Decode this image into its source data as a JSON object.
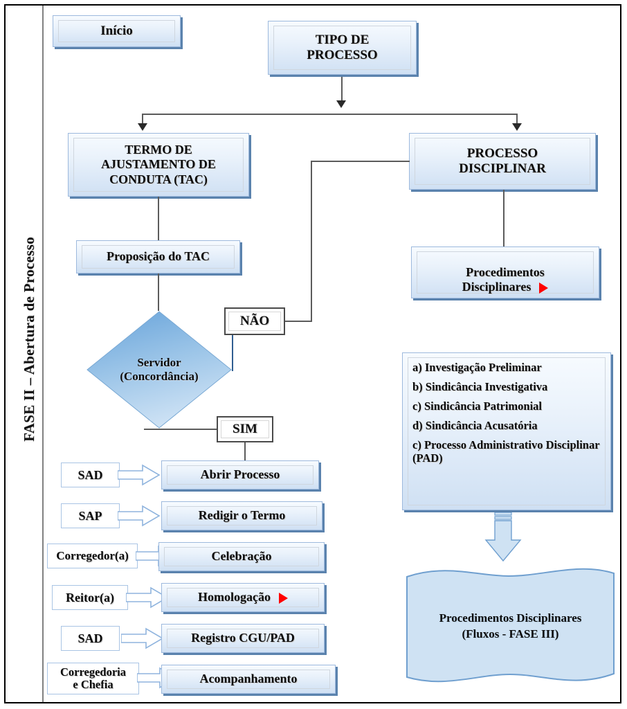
{
  "phase": {
    "title": "FASE II – Abertura de Processo"
  },
  "nodes": {
    "inicio": "Início",
    "tipo_processo": "TIPO DE\nPROCESSO",
    "tac": "TERMO DE\nAJUSTAMENTO DE\nCONDUTA (TAC)",
    "processo_disciplinar": "PROCESSO\nDISCIPLINAR",
    "proposicao": "Proposição do TAC",
    "procedimentos": "Procedimentos\nDisciplinares",
    "decision": "Servidor\n(Concordância)"
  },
  "decision_labels": {
    "no": "NÃO",
    "yes": "SIM"
  },
  "steps": [
    {
      "role": "SAD",
      "label": "Abrir Processo",
      "marker": ""
    },
    {
      "role": "SAP",
      "label": "Redigir o Termo",
      "marker": ""
    },
    {
      "role": "Corregedor(a)",
      "label": "Celebração",
      "marker": ""
    },
    {
      "role": "Reitor(a)",
      "label": "Homologação",
      "marker": "red-triangle"
    },
    {
      "role": "SAD",
      "label": "Registro CGU/PAD",
      "marker": ""
    },
    {
      "role": "Corregedoria\ne Chefia",
      "label": "Acompanhamento",
      "marker": ""
    }
  ],
  "procedures_list": [
    "a) Investigação Preliminar",
    "b) Sindicância Investigativa",
    "c) Sindicância Patrimonial",
    "d) Sindicância Acusatória",
    "c) Processo Administrativo Disciplinar (PAD)"
  ],
  "terminal": {
    "line1": "Procedimentos Disciplinares",
    "line2": "(Fluxos - FASE III)"
  },
  "colors": {
    "box_border": "#9db9dd",
    "box_shadow": "#5a82ad",
    "diamond_top": "#6fa8dc",
    "diamond_bottom": "#cfe3f5",
    "wave_fill": "#cfe2f3",
    "wave_border": "#6f9fcf",
    "connector": "#5b5b5b",
    "marker_red": "#ff0000",
    "frame": "#000000",
    "divider": "#808080"
  }
}
